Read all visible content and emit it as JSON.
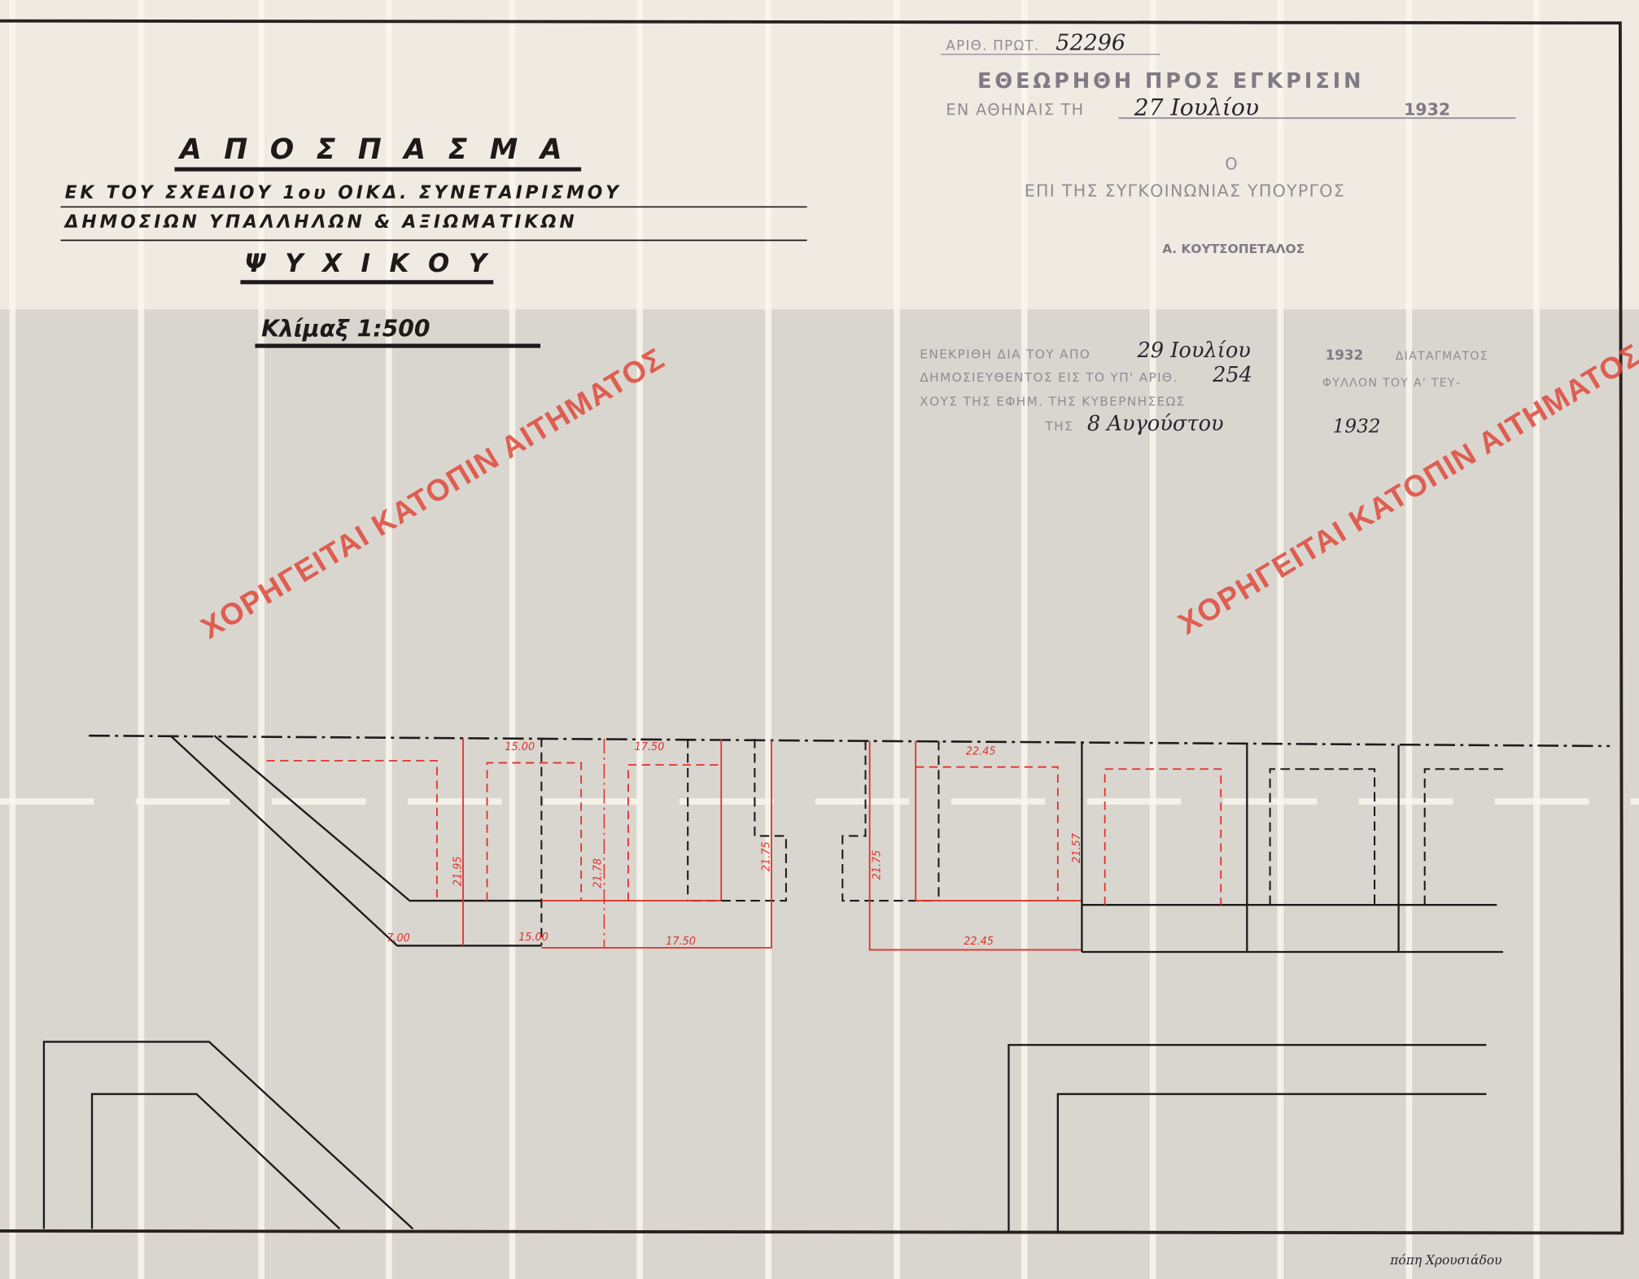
{
  "title_block": {
    "title": "Α Π Ο Σ Π Α Σ Μ Α",
    "line1": "ΕΚ ΤΟΥ ΣΧΕΔΙΟΥ 1ου ΟΙΚΔ. ΣΥΝΕΤΑΙΡΙΣΜΟΥ",
    "line2": "ΔΗΜΟΣΙΩΝ ΥΠΑΛΛΗΛΩΝ & ΑΞΙΩΜΑΤΙΚΩΝ",
    "place": "Ψ Υ Χ Ι Κ Ο Υ",
    "scale": "Κλίμαξ 1:500"
  },
  "approval_stamp": {
    "protocol_label": "ΑΡΙΘ. ΠΡΩΤ.",
    "protocol_number": "52296",
    "heading": "ΕΘΕΩΡΗΘΗ ΠΡΟΣ ΕΓΚΡΙΣΙΝ",
    "date_label": "ΕΝ ΑΘΗΝΑΙΣ ΤΗ",
    "date_value": "27 Ιουλίου",
    "year": "1932",
    "article": "Ο",
    "minister": "ΕΠΙ ΤΗΣ ΣΥΓΚΟΙΝΩΝΙΑΣ ΥΠΟΥΡΓΟΣ",
    "signatory": "Α. ΚΟΥΤΣΟΠΕΤΑΛΟΣ"
  },
  "decree_stamp": {
    "l1_prefix": "ΕΝΕΚΡΙΘΗ ΔΙΑ ΤΟΥ ΑΠΟ",
    "l1_date": "29 Ιουλίου",
    "l1_year": "1932",
    "l1_suffix": "ΔΙΑΤΑΓΜΑΤΟΣ",
    "l2_prefix": "ΔΗΜΟΣΙΕΥΘΕΝΤΟΣ ΕΙΣ ΤΟ ΥΠ' ΑΡΙΘ.",
    "l2_number": "254",
    "l2_suffix": "ΦΥΛΛΟΝ ΤΟΥ Α' ΤΕΥ-",
    "l3": "ΧΟΥΣ ΤΗΣ ΕΦΗΜ. ΤΗΣ ΚΥΒΕΡΝΗΣΕΩΣ",
    "l4_prefix": "ΤΗΣ",
    "l4_date": "8 Αυγούστου",
    "l4_year": "1932"
  },
  "watermark": "ΧΟΡΗΓΕΙΤΑΙ ΚΑΤΟΠΙΝ ΑΙΤΗΜΑΤΟΣ",
  "dimensions": {
    "front_top": [
      "15.00",
      "17.50",
      "22.45"
    ],
    "depths": [
      "21.95",
      "21.78",
      "21.75",
      "21.75",
      "21.57"
    ],
    "front_bottom": [
      "7.00",
      "15.00",
      "17.50",
      "22.45"
    ]
  },
  "signature": "πόπη Χρουσιάδου",
  "colors": {
    "ink": "#1c1a1a",
    "red_lines": "#e0322a",
    "stamp": "#8f8c93",
    "paper": "#ece8de"
  }
}
